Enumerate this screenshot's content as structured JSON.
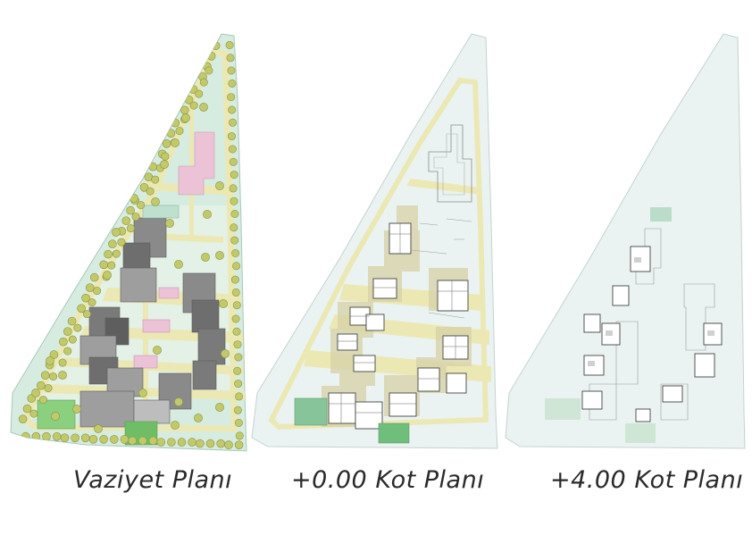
{
  "panels": [
    {
      "id": "site",
      "caption": "Vaziyet Planı"
    },
    {
      "id": "ground",
      "caption": "+0.00 Kot Planı"
    },
    {
      "id": "upper",
      "caption": "+4.00 Kot Planı"
    }
  ],
  "colors": {
    "site_ground": "#d6ece0",
    "plan_ground": "#eaf3f1",
    "path": "#ece8b4",
    "tree": "#c2c96a",
    "tree_edge": "#8c9440",
    "roof_dark": "#7b7b7b",
    "roof_mid": "#9e9e9e",
    "roof_light": "#bdbdbd",
    "pink": "#ecc3d6",
    "sport_green": "#6fbe66",
    "terrace": "#d8d3a9",
    "room_line": "#555555",
    "slab_green": "#b9ddc9"
  }
}
